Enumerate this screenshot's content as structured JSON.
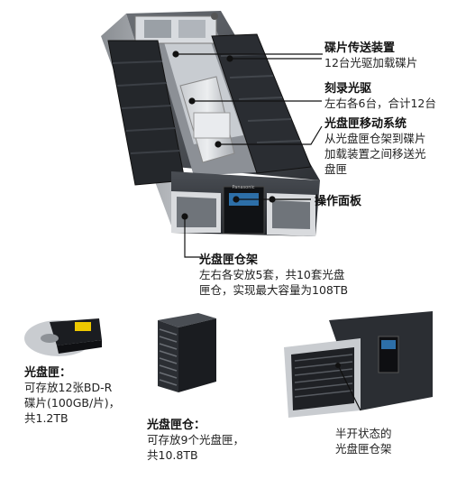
{
  "callouts": {
    "disc_transfer": {
      "title": "碟片传送装置",
      "desc": "12台光驱加载碟片"
    },
    "burner": {
      "title": "刻录光驱",
      "desc": "左右各6台，合计12台"
    },
    "move_system": {
      "title": "光盘匣移动系统",
      "desc_lines": [
        "从光盘匣仓架到碟片",
        "加载装置之间移送光",
        "盘匣"
      ]
    },
    "control_panel": {
      "title": "操作面板"
    },
    "rack": {
      "title": "光盘匣仓架",
      "desc_lines": [
        "左右各安放5套，共10套光盘",
        "匣仓，实现最大容量为108TB"
      ]
    }
  },
  "bottom": {
    "cartridge": {
      "title": "光盘匣：",
      "desc_lines": [
        "可存放12张BD-R",
        "碟片(100GB/片)，",
        "共1.2TB"
      ]
    },
    "magazine": {
      "title": "光盘匣仓：",
      "desc_lines": [
        "可存放9个光盘匣，",
        "共10.8TB"
      ]
    },
    "half_open": {
      "desc_lines": [
        "半开状态的",
        "光盘匣仓架"
      ]
    }
  },
  "device_brand": "Panasonic",
  "colors": {
    "callout_line": "#111111",
    "device_body": "#3a3d42",
    "device_dark": "#1d1f23",
    "slot_light": "#d9dbde"
  }
}
